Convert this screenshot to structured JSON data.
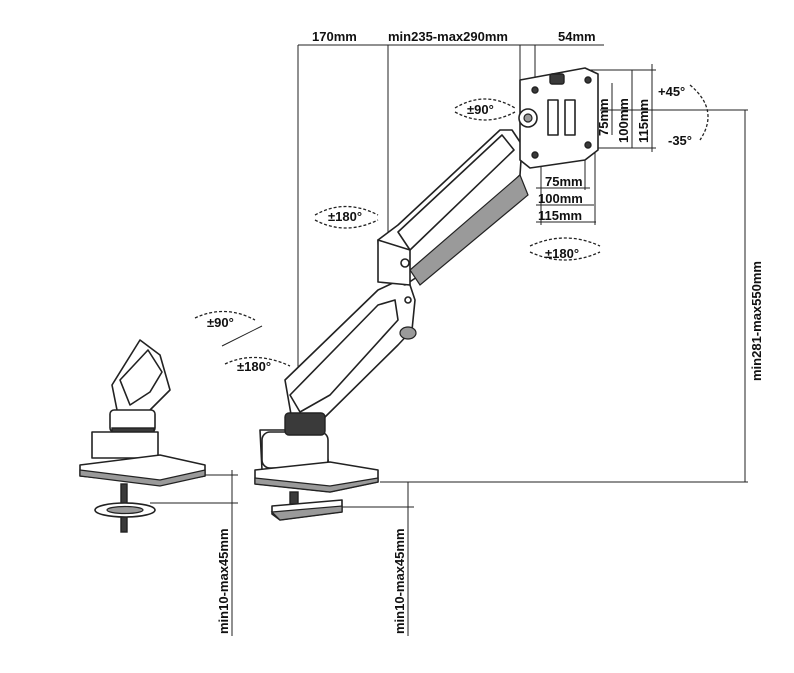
{
  "dimensions": {
    "width_170": "170mm",
    "reach": "min235-max290mm",
    "depth_54": "54mm",
    "vesa_v75": "75mm",
    "vesa_v100": "100mm",
    "vesa_v115": "115mm",
    "vesa_h75": "75mm",
    "vesa_h100": "100mm",
    "vesa_h115": "115mm",
    "height": "min281-max550mm",
    "clamp_thickness_left": "min10-max45mm",
    "clamp_thickness_right": "min10-max45mm"
  },
  "rotations": {
    "tilt_up": "+45°",
    "tilt_down": "-35°",
    "rotate_head": "±90°",
    "swivel_head": "±180°",
    "swivel_arm": "±180°",
    "rotate_base": "±90°",
    "swivel_base": "±180°"
  }
}
